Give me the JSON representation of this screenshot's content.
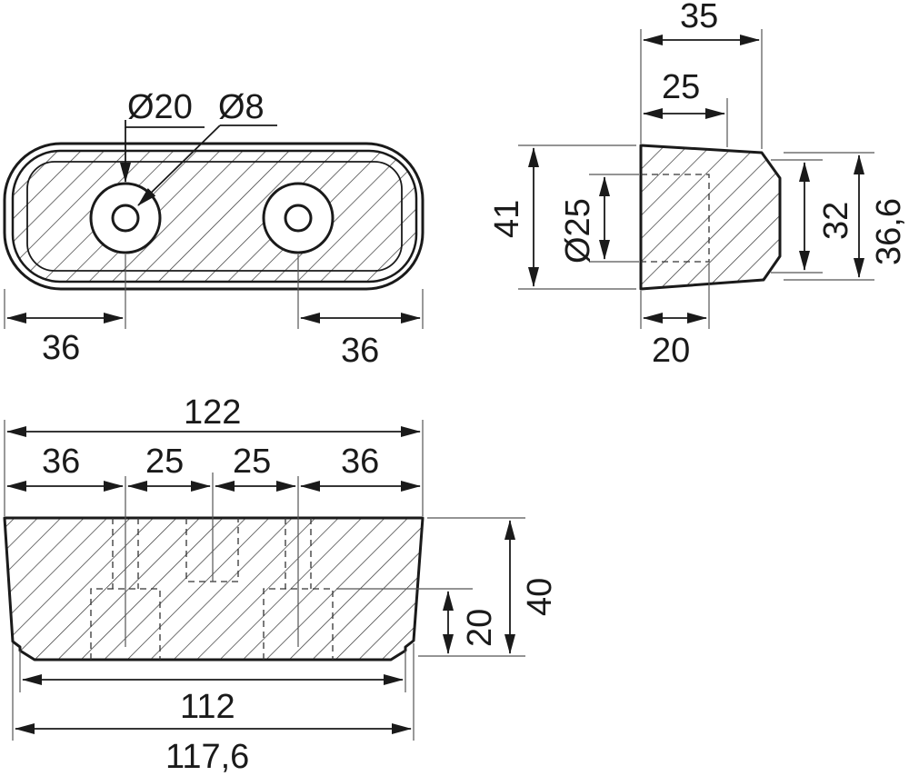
{
  "top_view": {
    "dia_counterbore": "Ø20",
    "dia_hole": "Ø8",
    "dim_left": "36",
    "dim_right": "36"
  },
  "side_view": {
    "dim_35": "35",
    "dim_25": "25",
    "dim_41": "41",
    "dia_25": "Ø25",
    "dim_32": "32",
    "dim_36_6": "36,6",
    "dim_20": "20"
  },
  "front_view": {
    "dim_122": "122",
    "dim_36_left": "36",
    "dim_25_a": "25",
    "dim_25_b": "25",
    "dim_36_right": "36",
    "dim_40": "40",
    "dim_20": "20",
    "dim_112": "112",
    "dim_117_6": "117,6"
  },
  "colors": {
    "line": "#1a1a1a",
    "background": "#ffffff"
  }
}
